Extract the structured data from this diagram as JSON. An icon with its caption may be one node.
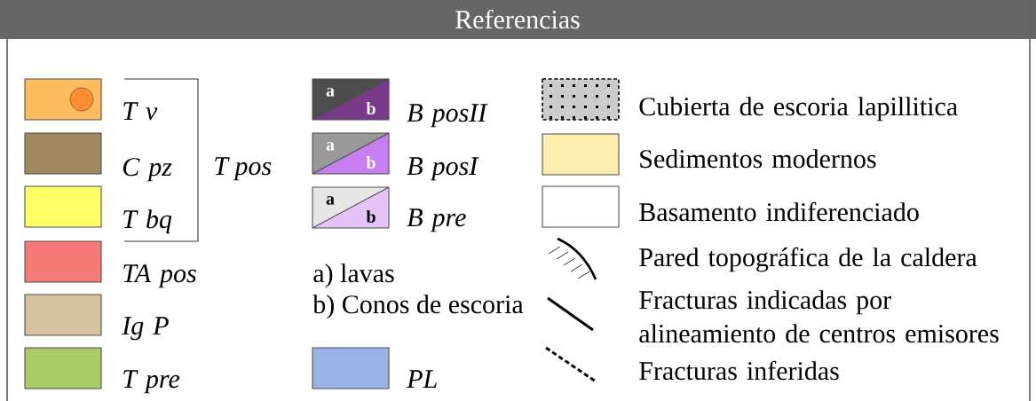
{
  "diagram": {
    "title": "Referencias",
    "labels": [
      "T pos",
      "a",
      "b",
      "a",
      "b",
      "a",
      "b",
      "a) lavas",
      "b) Conos de escoria"
    ],
    "legend": [
      {
        "text": "T v",
        "color": "#ffbb5e"
      },
      {
        "text": "C pz",
        "color": "#a08860"
      },
      {
        "text": "T bq",
        "color": "#ffff66"
      },
      {
        "text": "TA pos",
        "color": "#f47a78"
      },
      {
        "text": "Ig P",
        "color": "#d8c2a0"
      },
      {
        "text": "T pre",
        "color": "#aacc66"
      },
      {
        "text": "B posII"
      },
      {
        "text": "B posI"
      },
      {
        "text": "B pre"
      },
      {
        "text": "PL",
        "color": "#99b3e6"
      },
      {
        "text": "Cubierta de escoria lapillitica"
      },
      {
        "text": "Sedimentos modernos",
        "color": "#ffedb0"
      },
      {
        "text": "Basamento indiferenciado"
      },
      {
        "text": "Pared topográfica de la caldera"
      },
      {
        "text": "Fracturas indicadas por alineamiento de centros emisores"
      },
      {
        "text": "Fracturas inferidas"
      }
    ]
  }
}
